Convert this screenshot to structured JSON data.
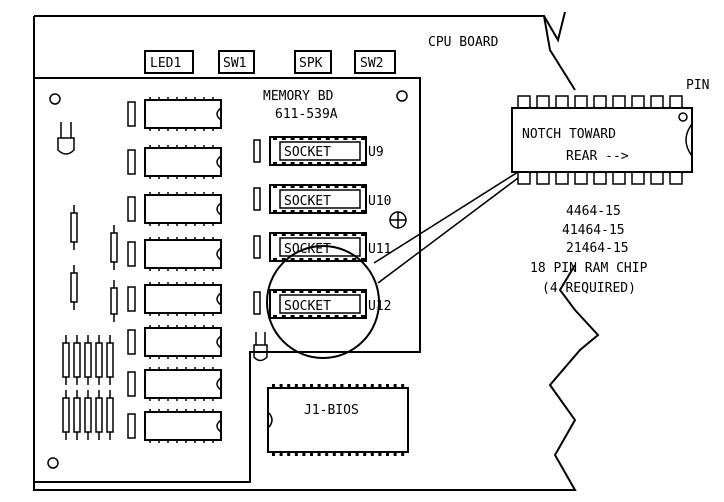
{
  "cpu_board_label": "CPU BOARD",
  "switch_labels": [
    "LED1",
    "SW1",
    "SPK",
    "SW2"
  ],
  "memory_board": {
    "title": "MEMORY BD",
    "part_number": "611-539A"
  },
  "sockets": [
    {
      "label": "SOCKET",
      "ref": "U9"
    },
    {
      "label": "SOCKET",
      "ref": "U10"
    },
    {
      "label": "SOCKET",
      "ref": "U11"
    },
    {
      "label": "SOCKET",
      "ref": "U12"
    }
  ],
  "bios_chip_label": "J1-BIOS",
  "detail": {
    "pin_label": "PIN",
    "notch_line1": "NOTCH TOWARD",
    "notch_line2": "REAR -->",
    "part_numbers": [
      "4464-15",
      "41464-15",
      "21464-15"
    ],
    "chip_description": "18 PIN RAM CHIP",
    "required_note": "(4 REQUIRED)"
  }
}
